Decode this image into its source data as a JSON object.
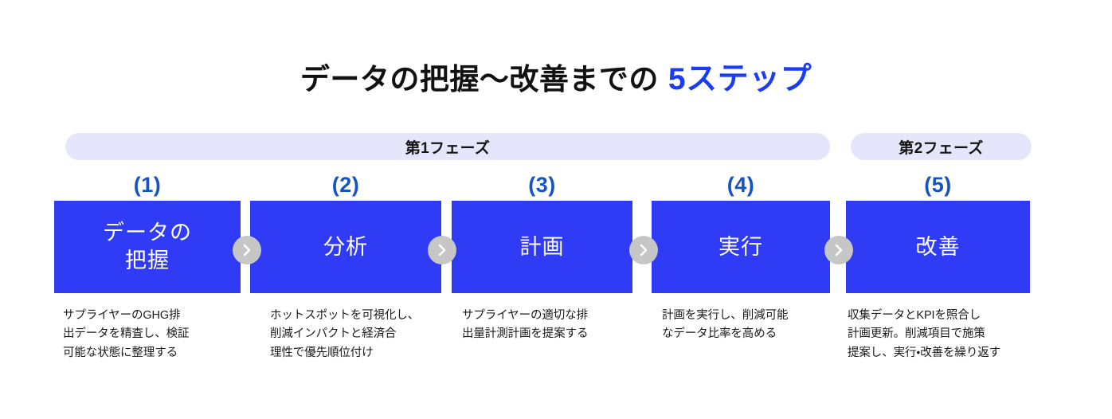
{
  "title": {
    "main": "データの把握～改善までの",
    "accent": "5ステップ",
    "accent_color": "#1b3cf0"
  },
  "phases": [
    {
      "label": "第1フェーズ"
    },
    {
      "label": "第2フェーズ"
    }
  ],
  "steps": [
    {
      "number": "(1)",
      "box_label": "データの\n把握",
      "caption": "サプライヤーのGHG排\n出データを精査し、検証\n可能な状態に整理する"
    },
    {
      "number": "(2)",
      "box_label": "分析",
      "caption": "ホットスポットを可視化し、\n削減インパクトと経済合\n理性で優先順位付け"
    },
    {
      "number": "(3)",
      "box_label": "計画",
      "caption": "サプライヤーの適切な排\n出量計測計画を提案する"
    },
    {
      "number": "(4)",
      "box_label": "実行",
      "caption": "計画を実行し、削減可能\nなデータ比率を高める"
    },
    {
      "number": "(5)",
      "box_label": "改善",
      "caption": "収集データとKPIを照合し\n計画更新。削減項目で施策\n提案し、実行・改善を繰り返す"
    }
  ],
  "connectors": [
    {
      "icon": "chevron-right-icon"
    },
    {
      "icon": "chevron-right-icon"
    },
    {
      "icon": "chevron-right-icon"
    },
    {
      "icon": "chevron-right-icon"
    }
  ],
  "colors": {
    "box_blue": "#2f3bf5",
    "banner_lavender": "#e5e6fb",
    "number_blue": "#1455c0",
    "chevron_gray": "#c6c6c6"
  }
}
